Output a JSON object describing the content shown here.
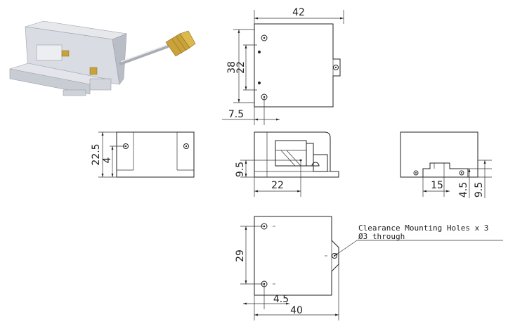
{
  "colors": {
    "ink": "#222222",
    "body_grey": "#d9dce2",
    "body_shade": "#b9bdc5",
    "connector_gold": "#c9a23a",
    "cable_grey": "#a9adb3"
  },
  "icons": {
    "render": "product-3d-render"
  },
  "top_view": {
    "width_dim": "42",
    "height_dim": "38",
    "hole_span_dim": "22",
    "hole_offset_dim": "7.5"
  },
  "front_view": {
    "height_dim": "22.5",
    "offset_dim": "4"
  },
  "side_view": {
    "height_dim": "9.5",
    "width_dim": "22"
  },
  "right_view": {
    "width_dim": "15",
    "small_dim": "4.5",
    "height_dim": "9.5"
  },
  "bottom_view": {
    "span_dim": "29",
    "offset_dim": "4.5",
    "width_dim": "40"
  },
  "note": {
    "line1": "Clearance Mounting Holes x 3",
    "line2": "Ø3 through"
  }
}
